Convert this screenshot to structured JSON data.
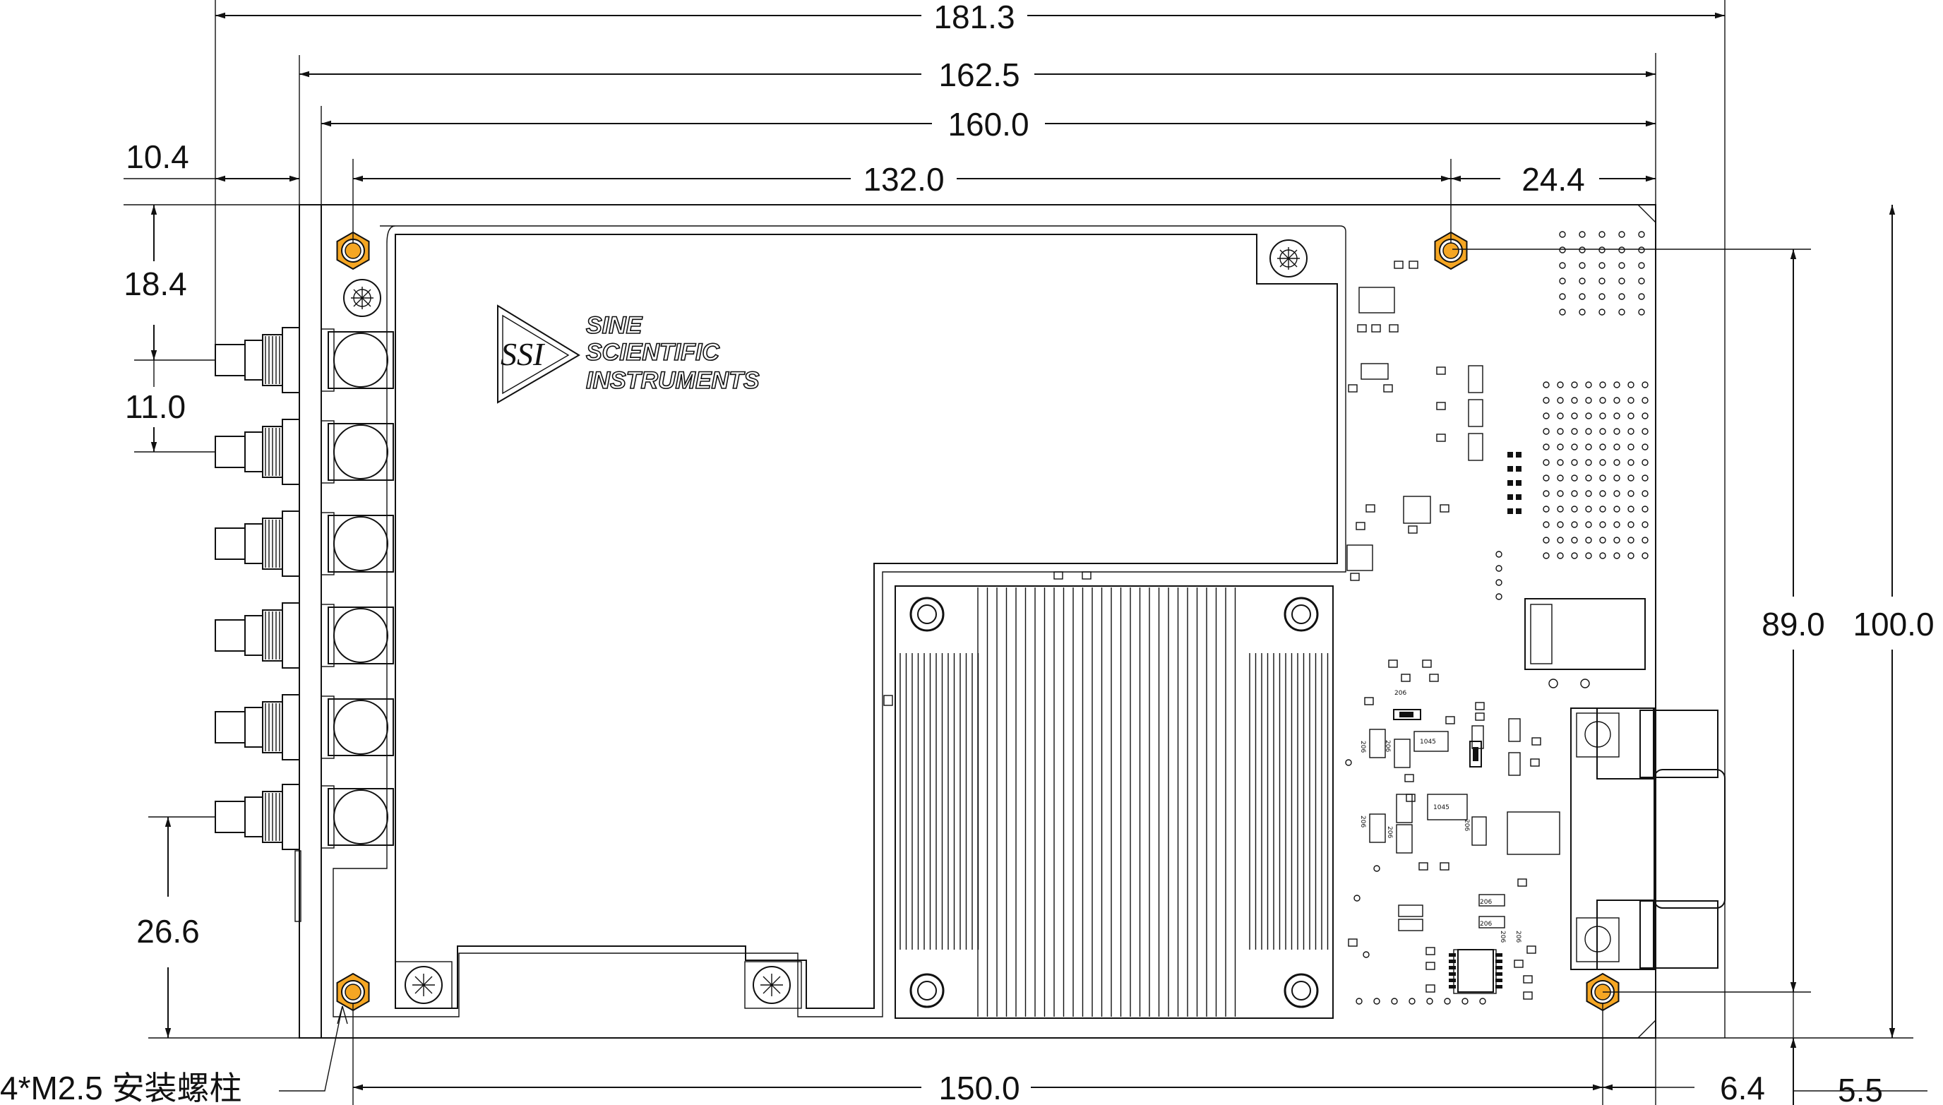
{
  "dimensions": {
    "total_width": "181.3",
    "board_width_with_bracket": "162.5",
    "board_width": "160.0",
    "mount_hole_spacing_x": "132.0",
    "right_hole_offset": "24.4",
    "bracket_offset": "10.4",
    "top_to_first_connector": "18.4",
    "connector_pitch": "11.0",
    "bottom_to_last_connector": "26.6",
    "bottom_hole_spacing": "150.0",
    "right_bottom_hole_offset": "6.4",
    "bottom_hole_edge_offset": "5.5",
    "hole_span_y": "89.0",
    "board_height": "100.0"
  },
  "note": {
    "mount_label": "4*M2.5 安装螺柱"
  },
  "logo": {
    "mark": "SSI",
    "line1": "SINE",
    "line2": "SCIENTIFIC",
    "line3": "INSTRUMENTS"
  },
  "silkscreen": {
    "resistor_code": "206",
    "ic_code": "1045"
  },
  "colors": {
    "standoff": "#F5A623",
    "line": "#111111"
  }
}
